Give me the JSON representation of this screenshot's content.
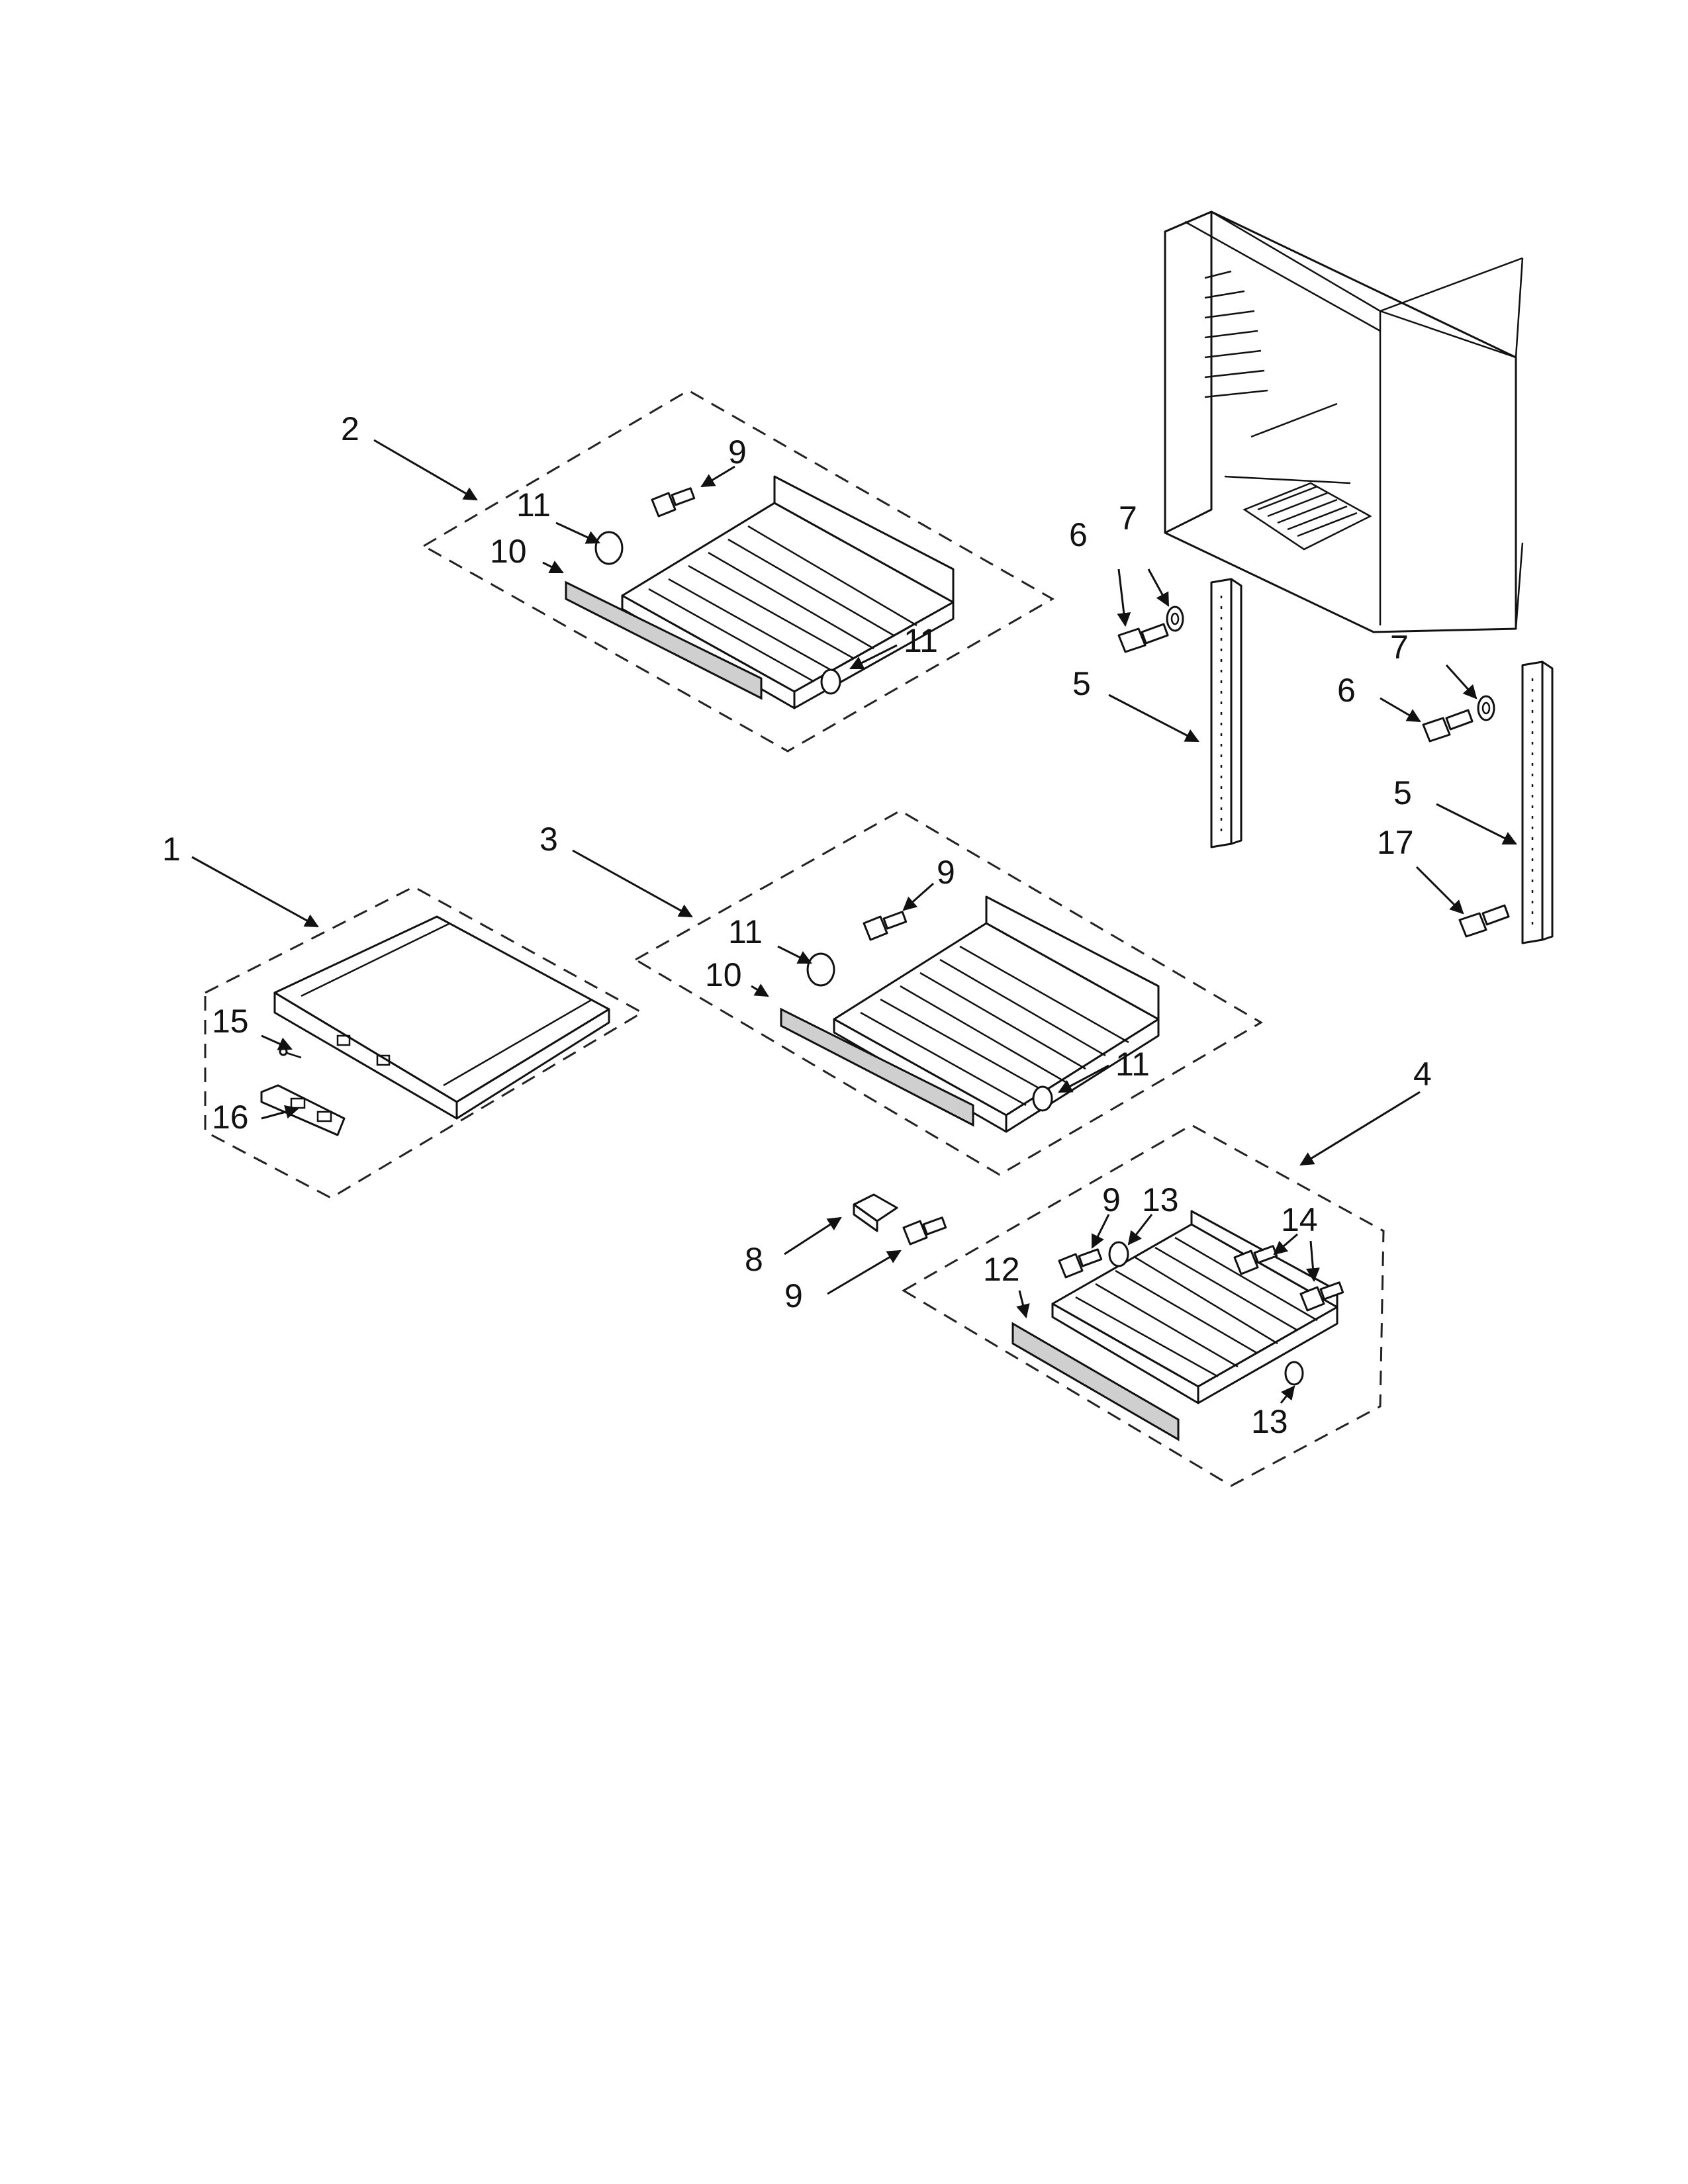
{
  "callouts": {
    "c1": "1",
    "c2": "2",
    "c3": "3",
    "c4": "4",
    "c5a": "5",
    "c5b": "5",
    "c6a": "6",
    "c6b": "6",
    "c7a": "7",
    "c7b": "7",
    "c8": "8",
    "c9a": "9",
    "c9b": "9",
    "c9c": "9",
    "c9d": "9",
    "c10a": "10",
    "c10b": "10",
    "c11a": "11",
    "c11b": "11",
    "c11c": "11",
    "c11d": "11",
    "c12": "12",
    "c13a": "13",
    "c13b": "13",
    "c14": "14",
    "c15": "15",
    "c16": "16",
    "c17": "17"
  }
}
